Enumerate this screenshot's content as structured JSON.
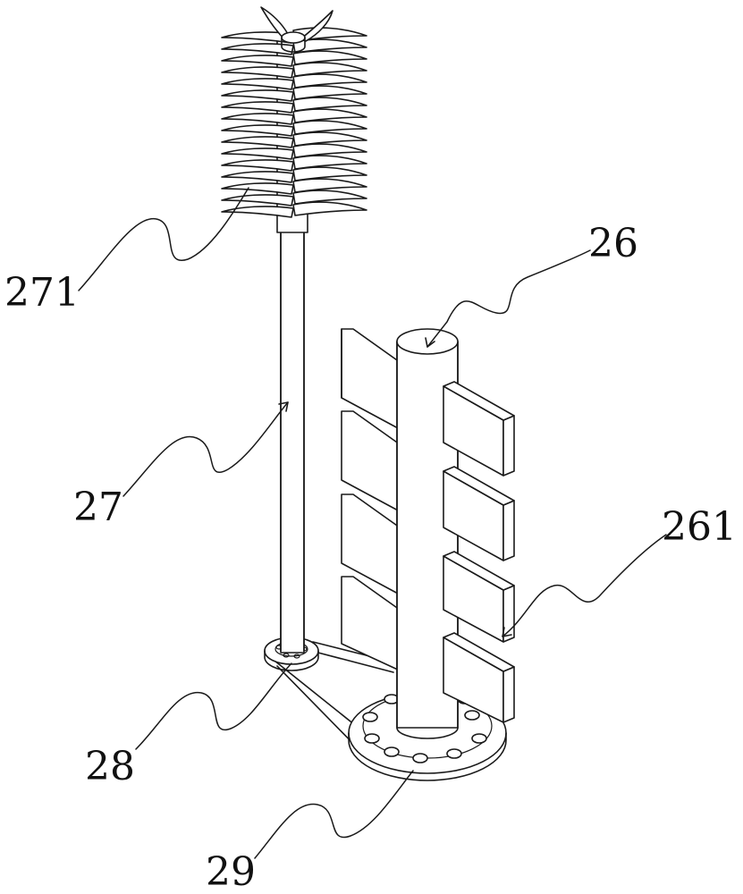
{
  "diagram": {
    "labels": {
      "brush_head": "271",
      "driven_shaft": "27",
      "small_pulley": "28",
      "belt": "29",
      "main_shaft": "26",
      "paddles": "261"
    }
  }
}
